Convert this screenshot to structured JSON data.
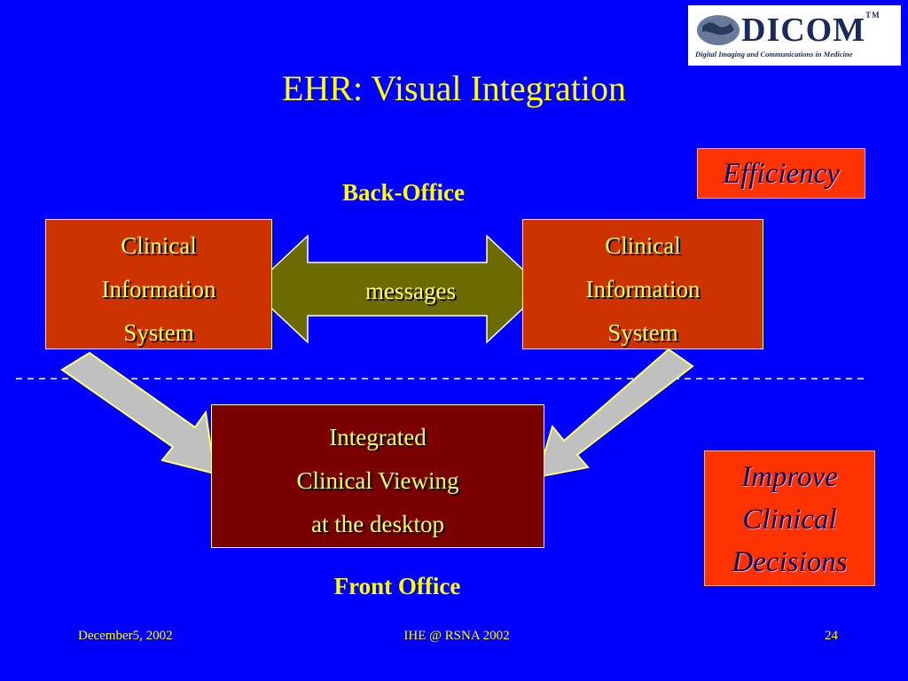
{
  "logo": {
    "word": "DICOM",
    "tm": "TM",
    "subtitle": "Digital Imaging and Communications in Medicine"
  },
  "title": "EHR: Visual Integration",
  "back_office_label": "Back-Office",
  "front_office_label": "Front Office",
  "left_system": [
    "Clinical",
    "Information",
    "System"
  ],
  "right_system": [
    "Clinical",
    "Information",
    "System"
  ],
  "messages_label": "messages",
  "viewer": [
    "Integrated",
    "Clinical Viewing",
    "at the desktop"
  ],
  "badges": {
    "efficiency": "Efficiency",
    "improve": [
      "Improve",
      "Clinical",
      "Decisions"
    ]
  },
  "footer": {
    "date": "December5, 2002",
    "center": "IHE @ RSNA 2002",
    "page": "24"
  },
  "colors": {
    "background": "#0000ff",
    "accent": "#ffff00",
    "system_box": "#cc3300",
    "viewer_box": "#7a0000",
    "badge": "#ff3300",
    "arrow_messages": "#6b6b00",
    "arrow_gray": "#c0c0c0"
  }
}
